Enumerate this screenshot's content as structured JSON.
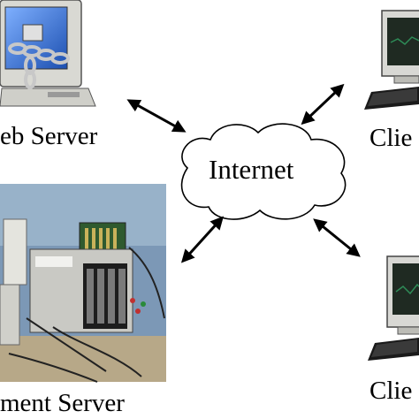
{
  "diagram": {
    "internet_label": "Internet",
    "web_server_label": "eb Server",
    "client_top_label": "Clie",
    "client_bottom_label": "Clie",
    "instrument_server_label": "ment Server"
  },
  "colors": {
    "cloud_fill": "#ffffff",
    "monitor_body": "#d8d8d4",
    "screen_blue": "#2c6fd6",
    "screen_dark": "#1f2a22",
    "photo_bg": "#7c98b6",
    "arrow": "#000000"
  },
  "icons": {
    "web_server": "locked-computer-icon",
    "client_top": "desktop-computer-icon",
    "client_bottom": "desktop-computer-icon",
    "instrument": "instrument-rack-photo"
  }
}
